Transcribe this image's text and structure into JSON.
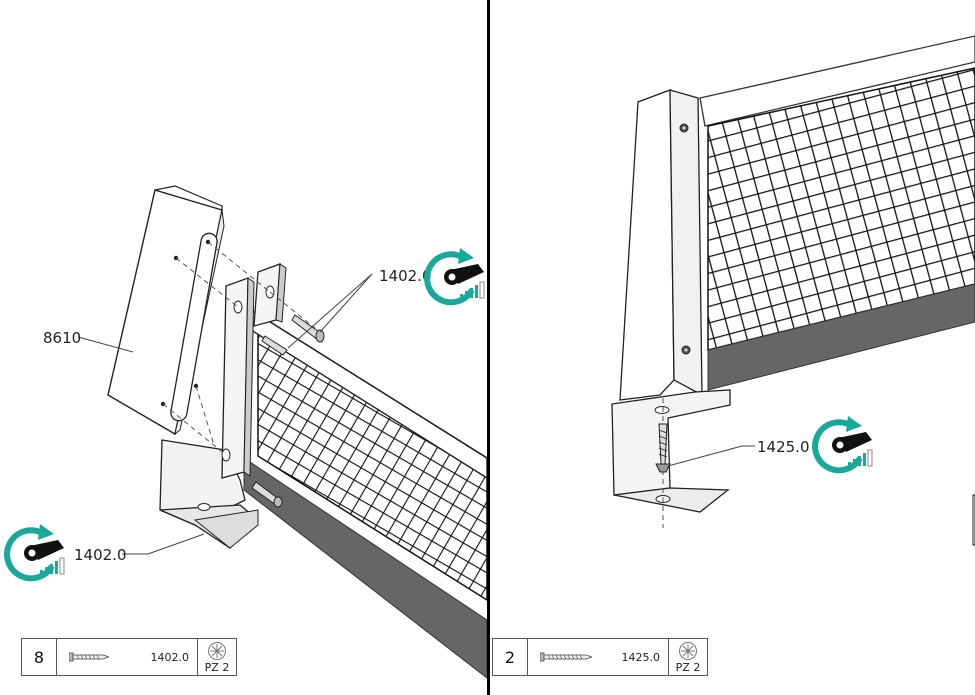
{
  "left": {
    "callouts": {
      "bracket_part": "8610",
      "screw_top": "1402.0",
      "screw_bottom": "1402.0"
    },
    "parts": {
      "qty": "8",
      "screw_code": "1402.0",
      "drive": "PZ 2"
    }
  },
  "right": {
    "callouts": {
      "screw": "1425.0"
    },
    "parts": {
      "qty": "2",
      "screw_code": "1425.0",
      "drive": "PZ 2"
    }
  },
  "colors": {
    "teal_accent": "#1aa89a",
    "net_black": "#111111",
    "net_band": "#666666"
  },
  "icons": [
    "torque-wrench-icon",
    "screw-icon",
    "pozidriv-bit-icon"
  ]
}
